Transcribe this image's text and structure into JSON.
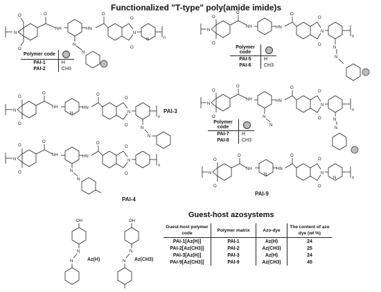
{
  "header": {
    "title": "Functionalized \"T-type\" poly(amide imide)s"
  },
  "polymers": {
    "pai3": "PAI-3",
    "pai4": "PAI-4",
    "pai9": "PAI-9",
    "repeat_n": "n",
    "atom_N": "N",
    "atom_O": "O",
    "atom_NH": "NH",
    "atom_HN": "HN"
  },
  "table1": {
    "header_code": "Polymer code",
    "rows": [
      {
        "code": "PAI-1",
        "value": "H"
      },
      {
        "code": "PAI-2",
        "value": "CH3"
      }
    ]
  },
  "table2": {
    "header_code": "Polymer code",
    "rows": [
      {
        "code": "PAI-5",
        "value": "H"
      },
      {
        "code": "PAI-6",
        "value": "CH3"
      }
    ]
  },
  "table3": {
    "header_code": "Polymer code",
    "rows": [
      {
        "code": "PAI-7",
        "value": "H"
      },
      {
        "code": "PAI-8",
        "value": "CH3"
      }
    ]
  },
  "guest_host": {
    "title": "Guest-host azosystems",
    "dye1_label": "Az(H)",
    "dye2_label": "Az(CH3)",
    "oh": "OH",
    "headers": [
      "Guest-host polymer code",
      "Polymer matrix",
      "Azo-dye",
      "The content of azo dye (wt %)"
    ],
    "rows": [
      [
        "PAI-1[Az(H)]",
        "PAI-1",
        "Az(H)",
        "24"
      ],
      [
        "PAI-2[Az(CH3)]",
        "PAI-2",
        "Az(CH3)",
        "25"
      ],
      [
        "PAI-3[Az(H)]",
        "PAI-3",
        "Az(H)",
        "24"
      ],
      [
        "PAI-9[Az(CH3)]",
        "PAI-9",
        "Az(CH3)",
        "45"
      ]
    ]
  }
}
